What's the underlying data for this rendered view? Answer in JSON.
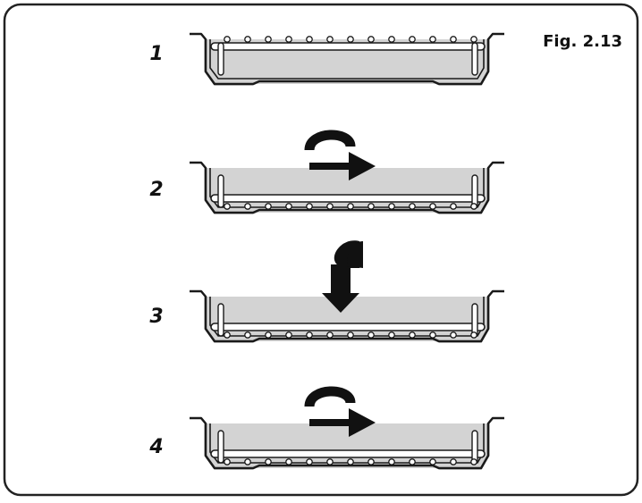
{
  "figure": {
    "caption": "Fig. 2.13",
    "colors": {
      "tray_fill": "#d3d3d3",
      "outline": "#1a1a1a",
      "border": "#222222",
      "background": "#ffffff"
    },
    "steps": [
      {
        "label": "1",
        "rack_position": "top",
        "arrow": null
      },
      {
        "label": "2",
        "rack_position": "bottom",
        "arrow": "curved-right-icon"
      },
      {
        "label": "3",
        "rack_position": "bottom",
        "arrow": "curved-down-icon"
      },
      {
        "label": "4",
        "rack_position": "inverted-bottom",
        "arrow": "curved-right-icon"
      }
    ]
  }
}
